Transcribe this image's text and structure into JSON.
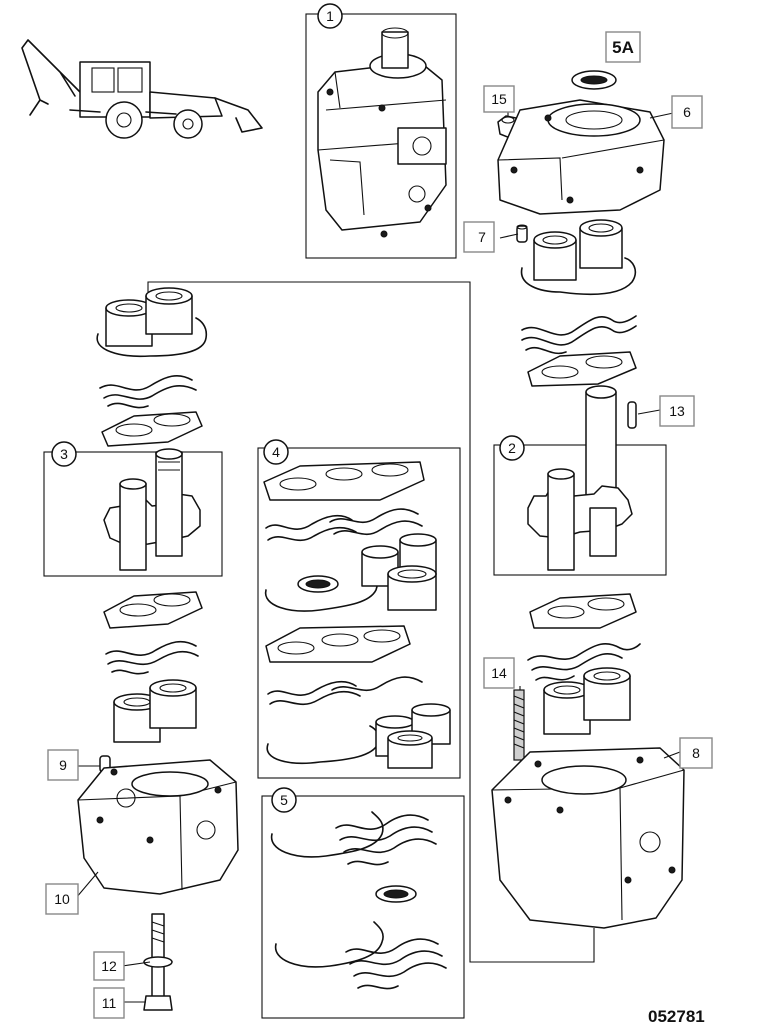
{
  "labels": {
    "p1": "1",
    "p2": "2",
    "p3": "3",
    "p4": "4",
    "p5": "5",
    "p5a": "5A",
    "p6": "6",
    "p7": "7",
    "p8": "8",
    "p9": "9",
    "p10": "10",
    "p11": "11",
    "p12": "12",
    "p13": "13",
    "p14": "14",
    "p15": "15"
  },
  "drawing_number": "052781"
}
